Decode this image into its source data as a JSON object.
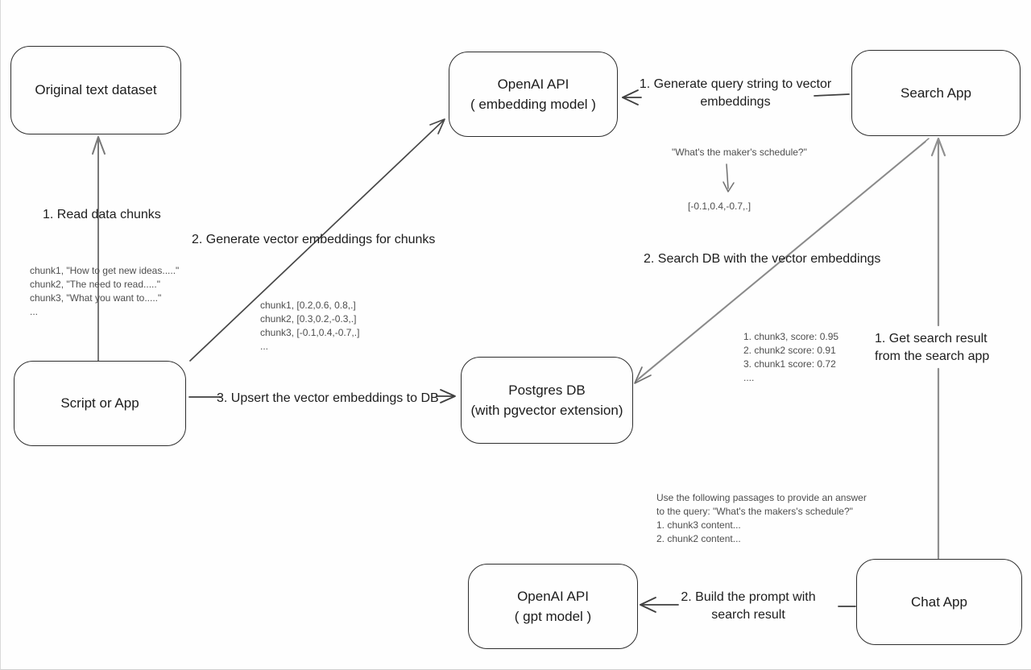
{
  "diagram_title": "Vector embedding search architecture (pgvector RAG flow)",
  "colors": {
    "background": "#fefefe",
    "node_border": "#2e2e2e",
    "node_text": "#1c1c1c",
    "edge_line_dark": "#3f3f3f",
    "edge_line_gray": "#8a8a8a",
    "annotation_text": "#4e4e4e"
  },
  "nodes": {
    "original_text_dataset": "Original text dataset",
    "openai_embedding": "OpenAI API\n( embedding model )",
    "search_app": "Search App",
    "script_or_app": "Script or App",
    "postgres_db": "Postgres DB\n(with pgvector extension)",
    "openai_gpt": "OpenAI API\n( gpt model )",
    "chat_app": "Chat App"
  },
  "edge_labels": {
    "read_data_chunks": "1. Read data chunks",
    "generate_embeddings": "2. Generate vector embeddings for chunks",
    "upsert_embeddings": "3. Upsert the vector embeddings  to DB",
    "generate_query_vector": "1. Generate query string to vector\nembeddings",
    "search_db": "2. Search DB with the vector embeddings",
    "get_search_result": "1. Get search result\nfrom the search app",
    "build_prompt": "2. Build the prompt with\nsearch result"
  },
  "edges": [
    {
      "from": "script_or_app",
      "to": "original_text_dataset",
      "label_key": "read_data_chunks"
    },
    {
      "from": "script_or_app",
      "to": "openai_embedding",
      "label_key": "generate_embeddings"
    },
    {
      "from": "script_or_app",
      "to": "postgres_db",
      "label_key": "upsert_embeddings"
    },
    {
      "from": "search_app",
      "to": "openai_embedding",
      "label_key": "generate_query_vector"
    },
    {
      "from": "search_app",
      "to": "postgres_db",
      "label_key": "search_db"
    },
    {
      "from": "chat_app",
      "to": "search_app",
      "label_key": "get_search_result"
    },
    {
      "from": "chat_app",
      "to": "openai_gpt",
      "label_key": "build_prompt"
    },
    {
      "from": "query_string_annotation",
      "to": "query_vector_annotation",
      "label_key": null
    }
  ],
  "annotations": {
    "chunks_text": "chunk1, \"How to get new ideas.....\"\nchunk2, \"The need to read.....\"\nchunk3, \"What you want to.....\"\n...",
    "chunk_vectors": "chunk1, [0.2,0.6, 0.8,.]\nchunk2, [0.3,0.2,-0.3,.]\nchunk3, [-0.1,0.4,-0.7,.]\n...",
    "query_string": "\"What's the maker's schedule?\"",
    "query_vector": "[-0.1,0.4,-0.7,.]",
    "search_scores": "1. chunk3, score: 0.95\n2. chunk2 score: 0.91\n3. chunk1 score: 0.72\n....",
    "prompt_text": "Use the following passages to provide an answer\nto the query: \"What's the makers's schedule?\"\n1. chunk3 content...\n2. chunk2 content..."
  }
}
